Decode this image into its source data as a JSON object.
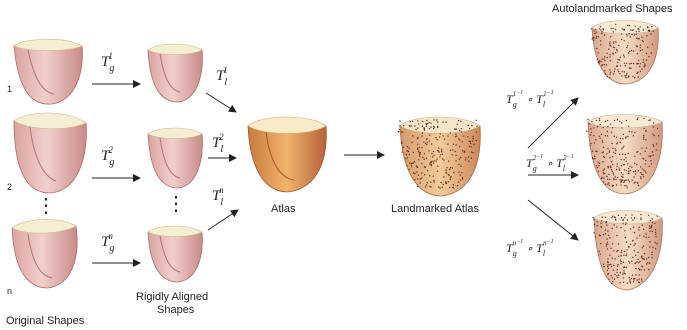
{
  "captions": {
    "original": "Original Shapes",
    "rigid_line1": "Rigidly Aligned",
    "rigid_line2": "Shapes",
    "atlas": "Atlas",
    "landmarked": "Landmarked Atlas",
    "auto": "Autolandmarked Shapes"
  },
  "indices": [
    "1",
    "2",
    "n"
  ],
  "vertical_ellipsis": "⋮",
  "global_transforms": [
    {
      "base": "T",
      "sub": "g",
      "sup": "1"
    },
    {
      "base": "T",
      "sub": "g",
      "sup": "2"
    },
    {
      "base": "T",
      "sub": "g",
      "sup": "n"
    }
  ],
  "local_transforms": [
    {
      "base": "T",
      "sub": "l",
      "sup": "1"
    },
    {
      "base": "T",
      "sub": "l",
      "sup": "2"
    },
    {
      "base": "T",
      "sub": "l",
      "sup": "n"
    }
  ],
  "inverse_compositions": [
    {
      "a_sub": "g",
      "a_sup": "1",
      "b_sub": "l",
      "b_sup": "1",
      "inv": "−1",
      "op": "∘"
    },
    {
      "a_sub": "g",
      "a_sup": "2",
      "b_sub": "l",
      "b_sup": "2",
      "inv": "−1",
      "op": "∘"
    },
    {
      "a_sub": "g",
      "a_sup": "n",
      "b_sub": "l",
      "b_sup": "n",
      "inv": "−1",
      "op": "∘"
    }
  ],
  "colors": {
    "shape_pink": "#e8b9b5",
    "shape_pink_dark": "#b87a78",
    "shape_top": "#f5eed2",
    "atlas_orange": "#e4a05c",
    "atlas_dark": "#b5623a",
    "dot": "#6b2a1f",
    "arrow": "#222222"
  },
  "icons": {
    "shape": "heart-ventricle-shape",
    "arrow": "arrow-right"
  }
}
